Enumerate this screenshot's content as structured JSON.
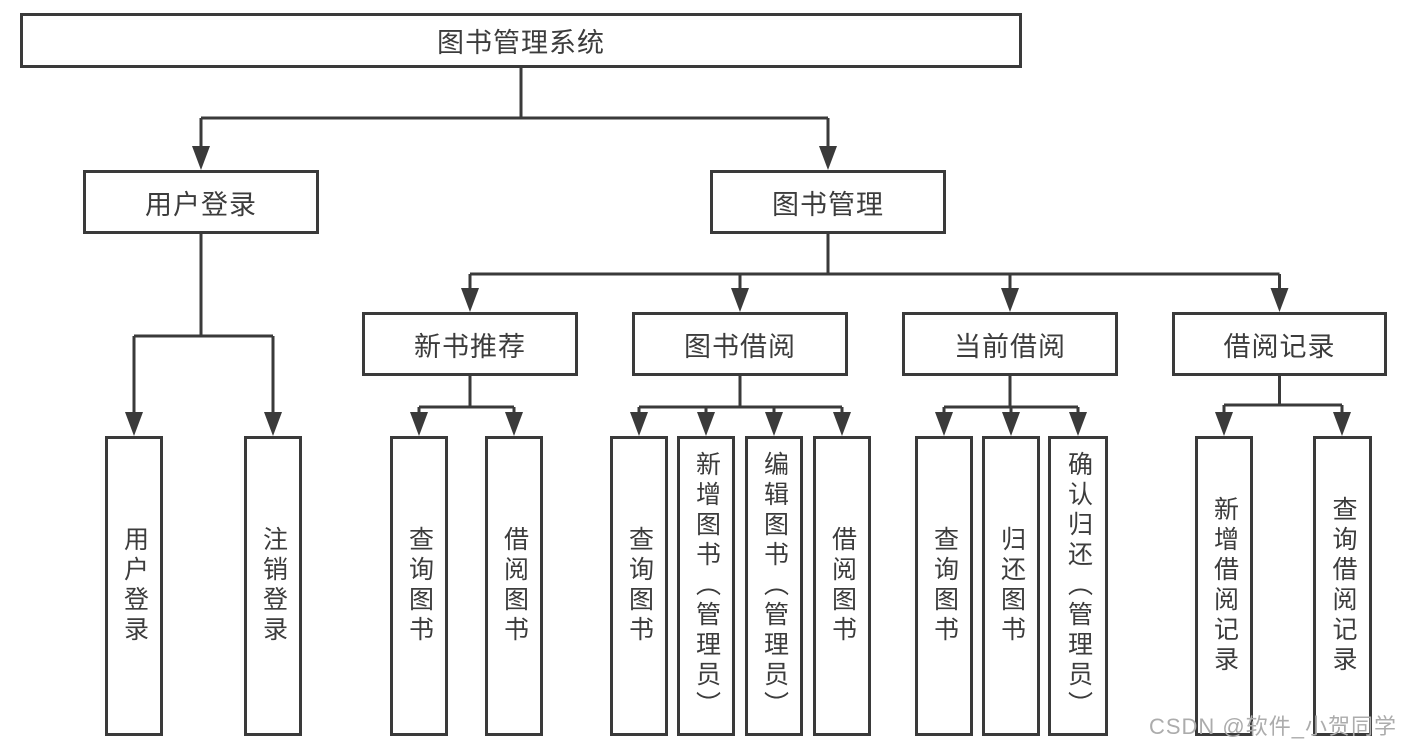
{
  "diagram": {
    "root": "图书管理系统",
    "user_login": {
      "label": "用户登录",
      "children": [
        "用户登录",
        "注销登录"
      ]
    },
    "book_management": {
      "label": "图书管理",
      "sections": [
        {
          "label": "新书推荐",
          "children": [
            "查询图书",
            "借阅图书"
          ]
        },
        {
          "label": "图书借阅",
          "children": [
            "查询图书",
            "新增图书（管理员）",
            "编辑图书（管理员）",
            "借阅图书"
          ]
        },
        {
          "label": "当前借阅",
          "children": [
            "查询图书",
            "归还图书",
            "确认归还（管理员）"
          ]
        },
        {
          "label": "借阅记录",
          "children": [
            "新增借阅记录",
            "查询借阅记录"
          ]
        }
      ]
    }
  },
  "watermark": {
    "text": "CSDN @软件_小贺同学"
  },
  "colors": {
    "line": "#3a3a3a",
    "text": "#3c3c3c",
    "box_background": "#ffffff",
    "watermark": "#acacac",
    "background": "#ffffff"
  }
}
